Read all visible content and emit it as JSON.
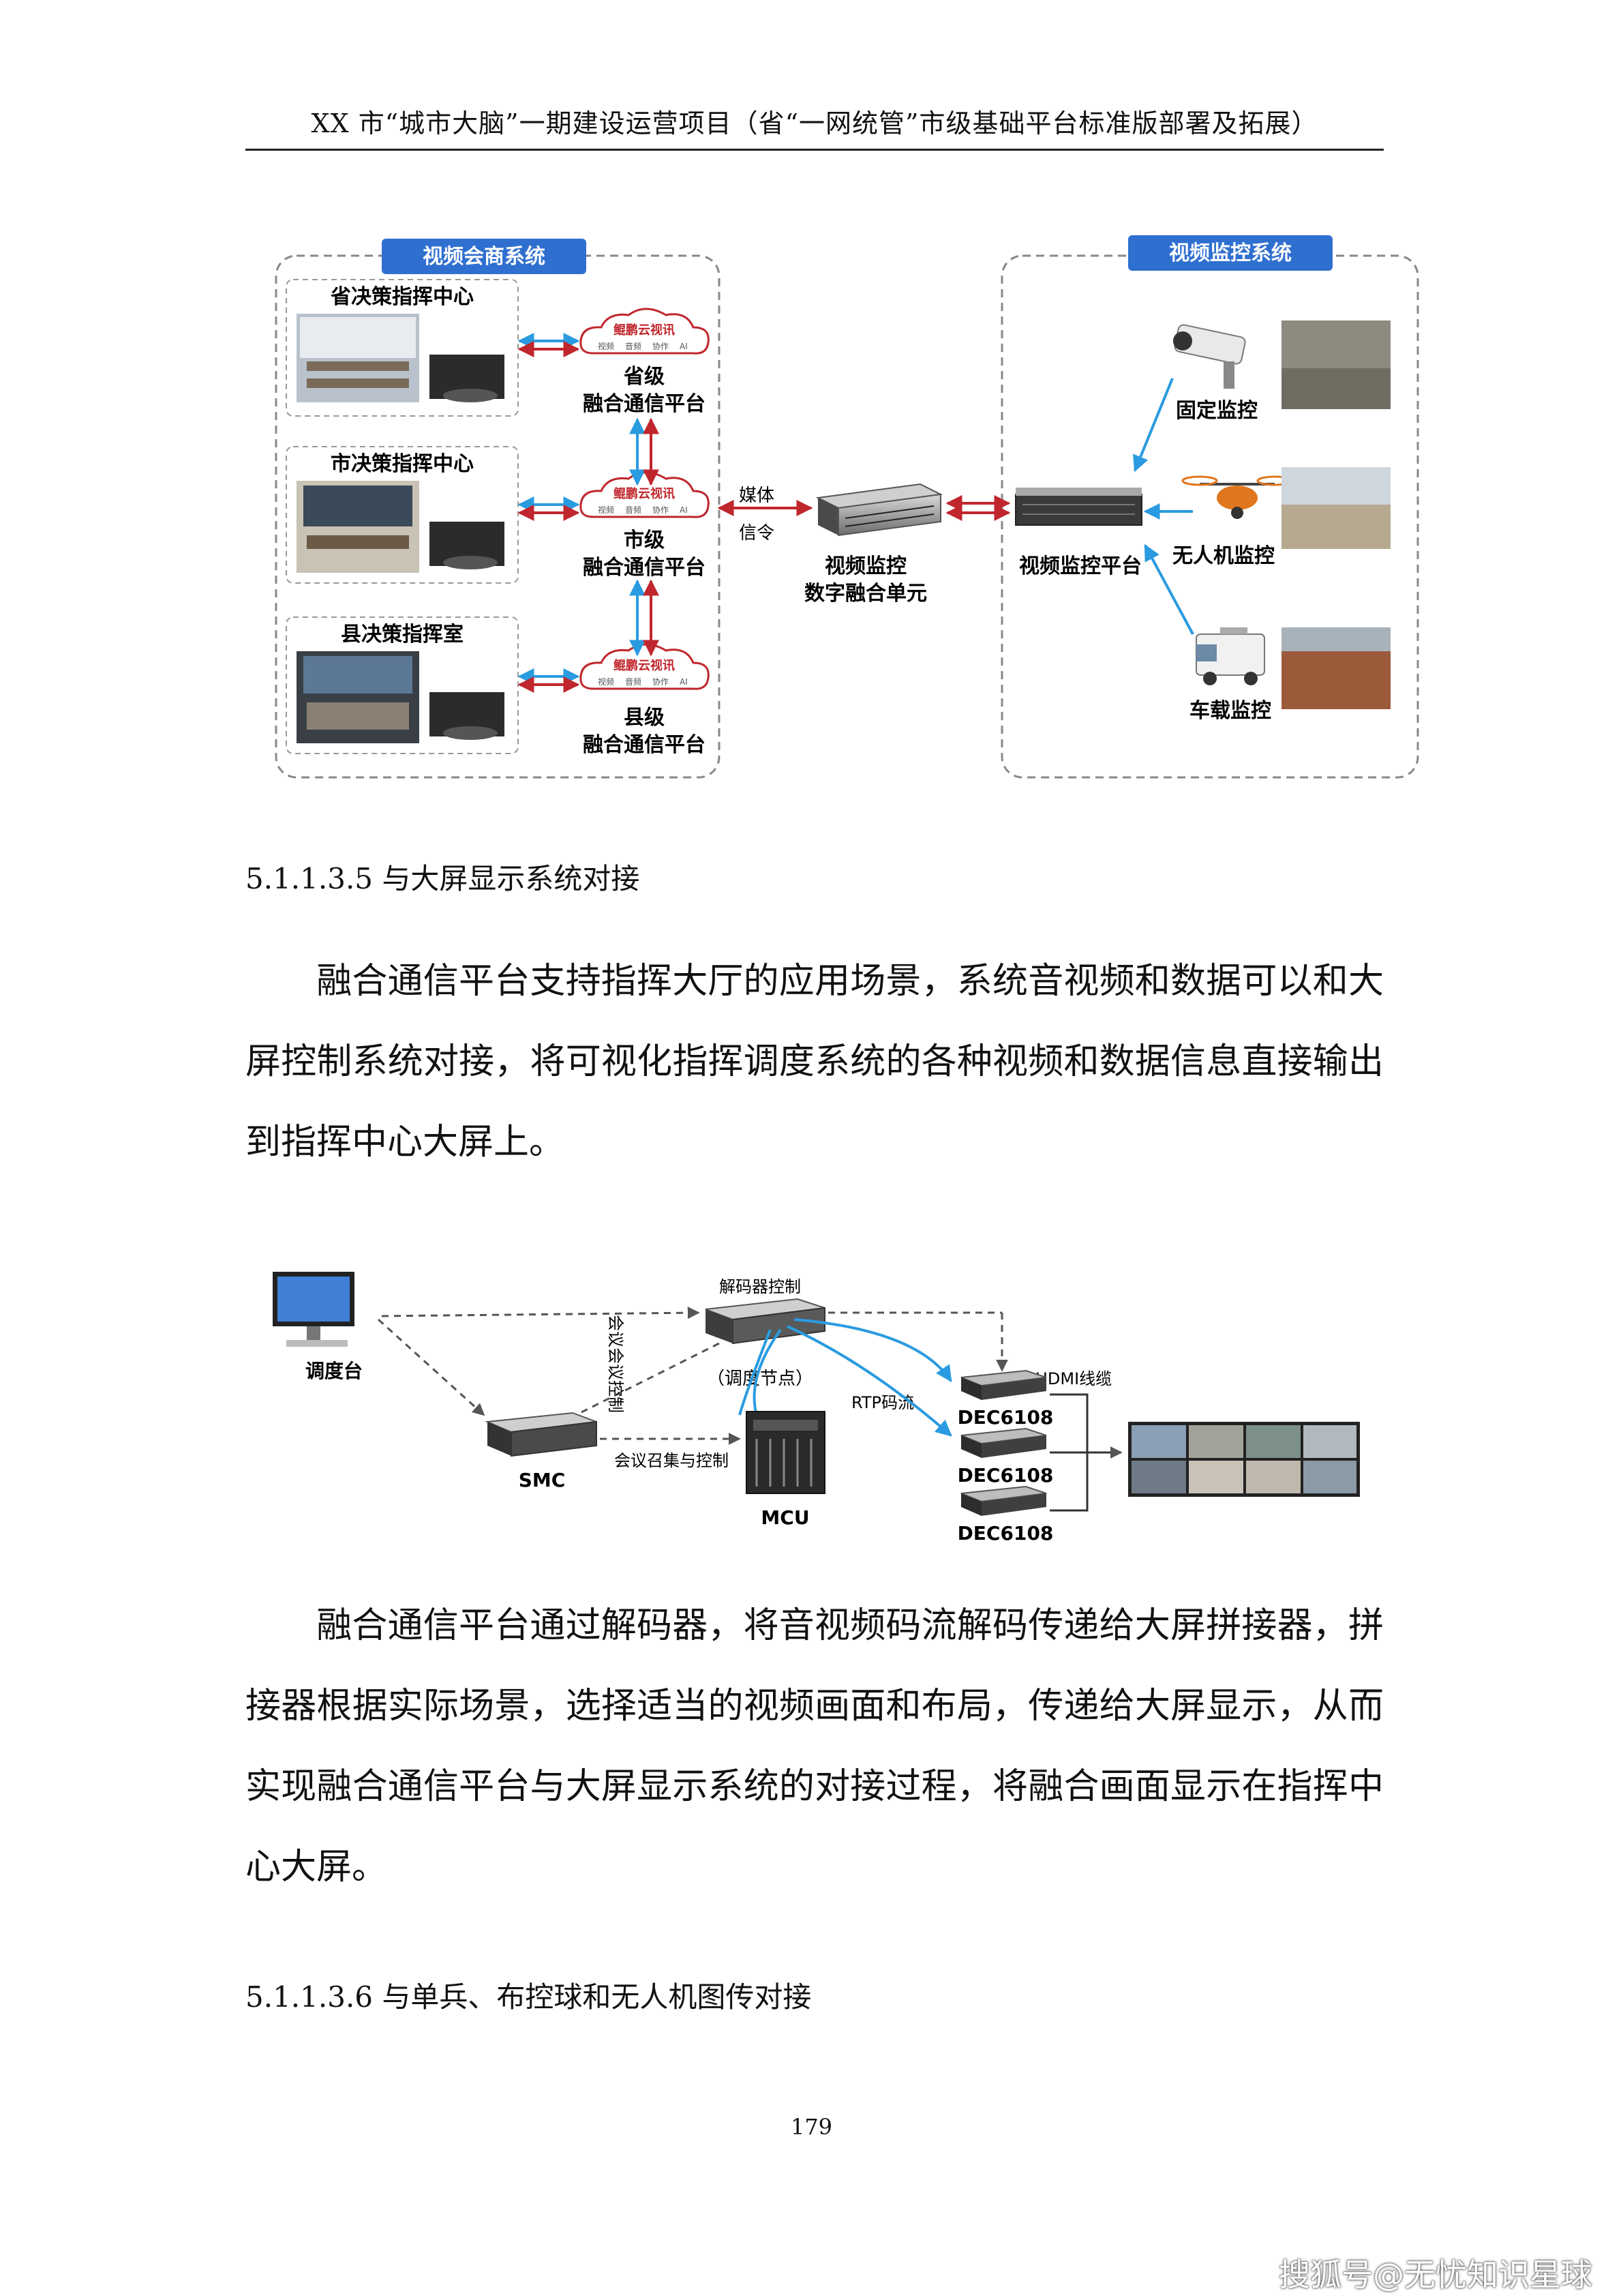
{
  "header": {
    "title": "XX 市“城市大脑”一期建设运营项目（省“一网统管”市级基础平台标准版部署及拓展）"
  },
  "diagram1": {
    "left_group_title": "视频会商系统",
    "right_group_title": "视频监控系统",
    "centers": [
      "省决策指挥中心",
      "市决策指挥中心",
      "县决策指挥室"
    ],
    "cloud_brand": "鲲鹏云视讯",
    "cloud_tags": [
      "视频",
      "音频",
      "协作",
      "AI"
    ],
    "platforms": [
      {
        "level": "省级",
        "name": "融合通信平台"
      },
      {
        "level": "市级",
        "name": "融合通信平台"
      },
      {
        "level": "县级",
        "name": "融合通信平台"
      }
    ],
    "media_label": "媒体",
    "signal_label": "信令",
    "fusion_unit": [
      "视频监控",
      "数字融合单元"
    ],
    "monitor_platform": "视频监控平台",
    "sources": [
      "固定监控",
      "无人机监控",
      "车载监控"
    ]
  },
  "section1": {
    "heading": "5.1.1.3.5 与大屏显示系统对接",
    "para": "融合通信平台支持指挥大厅的应用场景，系统音视频和数据可以和大屏控制系统对接，将可视化指挥调度系统的各种视频和数据信息直接输出到指挥中心大屏上。"
  },
  "diagram2": {
    "console": "调度台",
    "decoder_control": "解码器控制",
    "meeting_control": "会议会议控制",
    "dispatch_node": "（调度节点）",
    "rtp": "RTP码流",
    "hdmi": "HDMI线缆",
    "smc": "SMC",
    "summon_control": "会议召集与控制",
    "mcu": "MCU",
    "decoders": [
      "DEC6108",
      "DEC6108",
      "DEC6108"
    ]
  },
  "section2": {
    "para": "融合通信平台通过解码器，将音视频码流解码传递给大屏拼接器，拼接器根据实际场景，选择适当的视频画面和布局，传递给大屏显示，从而实现融合通信平台与大屏显示系统的对接过程，将融合画面显示在指挥中心大屏。"
  },
  "section3": {
    "heading": "5.1.1.3.6 与单兵、布控球和无人机图传对接"
  },
  "page_number": "179",
  "watermark": "搜狐号@无忧知识星球",
  "colors": {
    "accent_blue": "#2f6fd0",
    "arrow_red": "#c0262d",
    "arrow_blue": "#2a9be0"
  }
}
